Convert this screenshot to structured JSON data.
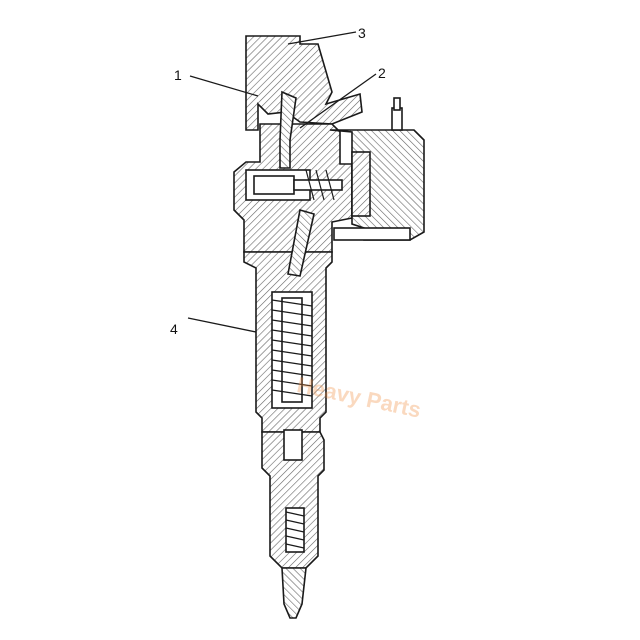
{
  "callouts": {
    "c1": "1",
    "c2": "2",
    "c3": "3",
    "c4": "4"
  },
  "watermark": {
    "text": "Heavy Parts",
    "color": "#f08a3c"
  },
  "colors": {
    "line": "#1a1a1a",
    "hatch": "#555555",
    "background": "#ffffff"
  }
}
